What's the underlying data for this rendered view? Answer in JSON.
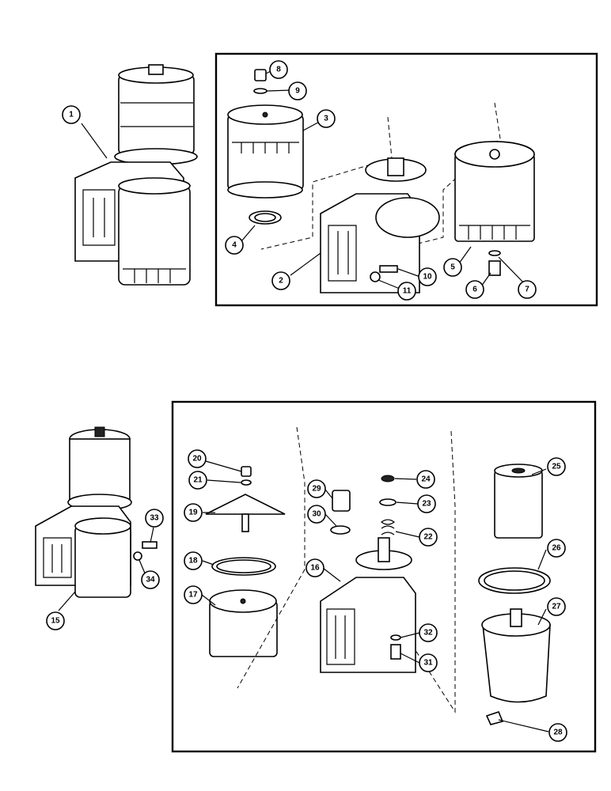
{
  "callouts": [
    {
      "label": "1"
    },
    {
      "label": "2"
    },
    {
      "label": "3"
    },
    {
      "label": "4"
    },
    {
      "label": "5"
    },
    {
      "label": "6"
    },
    {
      "label": "7"
    },
    {
      "label": "8"
    },
    {
      "label": "9"
    },
    {
      "label": "10"
    },
    {
      "label": "11"
    },
    {
      "label": "15"
    },
    {
      "label": "16"
    },
    {
      "label": "17"
    },
    {
      "label": "18"
    },
    {
      "label": "19"
    },
    {
      "label": "20"
    },
    {
      "label": "21"
    },
    {
      "label": "22"
    },
    {
      "label": "23"
    },
    {
      "label": "24"
    },
    {
      "label": "25"
    },
    {
      "label": "26"
    },
    {
      "label": "27"
    },
    {
      "label": "28"
    },
    {
      "label": "29"
    },
    {
      "label": "30"
    },
    {
      "label": "31"
    },
    {
      "label": "32"
    },
    {
      "label": "33"
    },
    {
      "label": "34"
    }
  ]
}
